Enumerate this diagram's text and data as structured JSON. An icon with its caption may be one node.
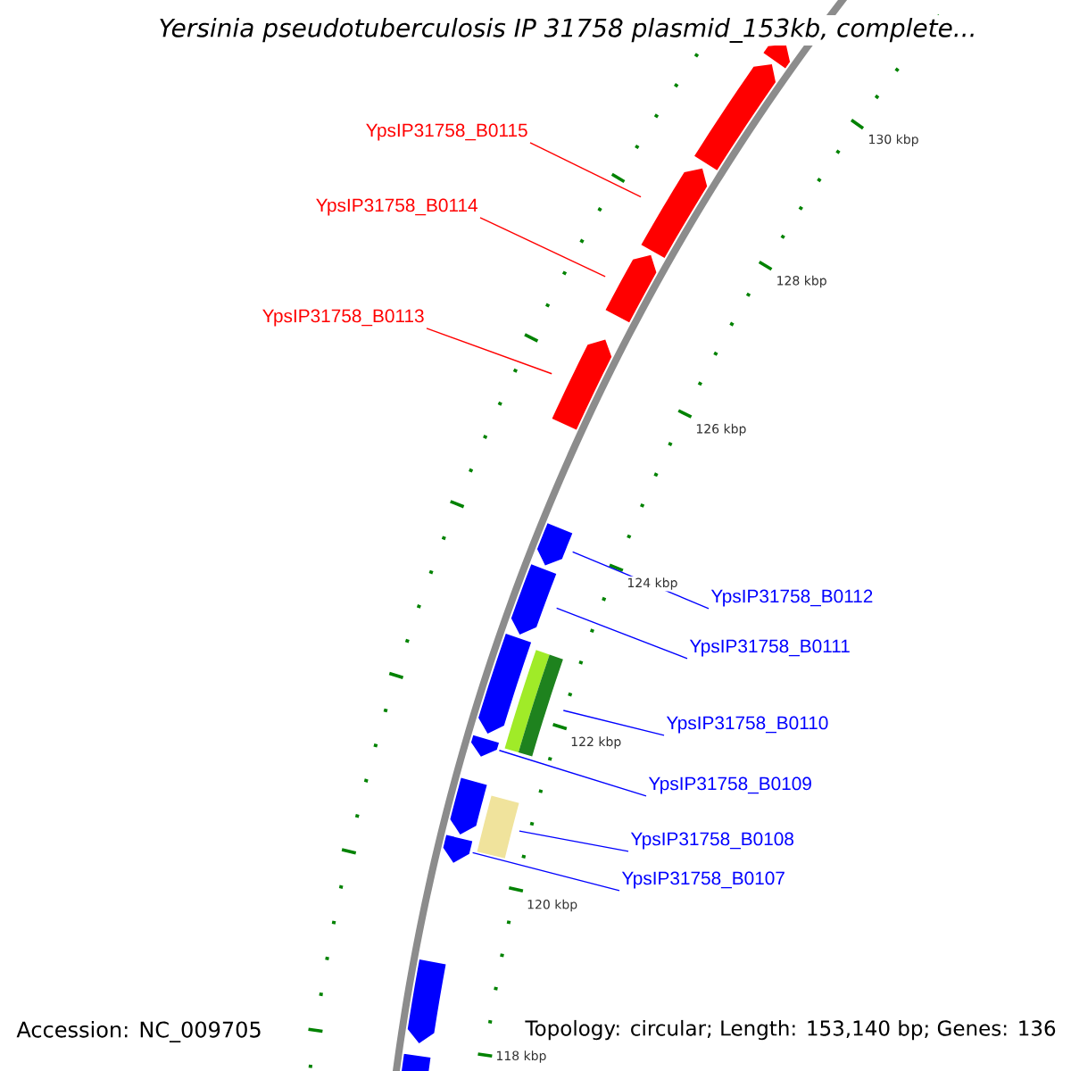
{
  "diagram": {
    "title": "Yersinia pseudotuberculosis IP 31758 plasmid_153kb, complete...",
    "nodes": [
      {
        "text": [
          "YpsIP31758_B0115"
        ]
      },
      {
        "text": [
          "YpsIP31758_B0114"
        ]
      },
      {
        "text": [
          "YpsIP31758_B0113"
        ]
      },
      {
        "text": [
          "YpsIP31758_B0112"
        ]
      },
      {
        "text": [
          "YpsIP31758_B0111"
        ]
      },
      {
        "text": [
          "YpsIP31758_B0110"
        ]
      },
      {
        "text": [
          "YpsIP31758_B0109"
        ]
      },
      {
        "text": [
          "YpsIP31758_B0108"
        ]
      },
      {
        "text": [
          "YpsIP31758_B0107"
        ]
      },
      {
        "text": [],
        "shape": "pentagon"
      },
      {
        "text": [],
        "shape": "pentagon"
      },
      {
        "text": [],
        "shape": "pentagon"
      },
      {
        "text": [],
        "shape": "pentagon"
      },
      {
        "text": [],
        "shape": "pentagon"
      },
      {
        "text": [],
        "shape": "pentagon"
      },
      {
        "text": [],
        "shape": "pentagon"
      },
      {
        "text": [],
        "shape": "pentagon"
      },
      {
        "text": [],
        "shape": "bar"
      },
      {
        "text": [],
        "shape": "pentagon"
      },
      {
        "text": [],
        "shape": "pentagon"
      },
      {
        "text": [],
        "shape": "bar"
      },
      {
        "text": [],
        "shape": "pentagon"
      },
      {
        "text": [],
        "shape": "pentagon"
      },
      {
        "text": [],
        "shape": "pentagon"
      }
    ],
    "edges": [
      {
        "from": 0,
        "to": 11,
        "arrow": "none",
        "color": "#ff0000"
      },
      {
        "from": 1,
        "to": 12,
        "arrow": "none",
        "color": "#ff0000"
      },
      {
        "from": 2,
        "to": 13,
        "arrow": "none",
        "color": "#ff0000"
      },
      {
        "from": 3,
        "to": 14,
        "arrow": "none"
      },
      {
        "from": 4,
        "to": 15,
        "arrow": "none"
      },
      {
        "from": 5,
        "to": 17,
        "arrow": "none"
      },
      {
        "from": 6,
        "to": 18,
        "arrow": "none"
      },
      {
        "from": 7,
        "to": 20,
        "arrow": "none"
      },
      {
        "from": 8,
        "to": 21,
        "arrow": "none"
      }
    ],
    "labels": [
      "130 kbp",
      "128 kbp",
      "126 kbp",
      "124 kbp",
      "122 kbp",
      "120 kbp",
      "118 kbp",
      "Accession: NC_009705",
      "Topology: circular; Length: 153,140 bp; Genes: 136"
    ]
  }
}
